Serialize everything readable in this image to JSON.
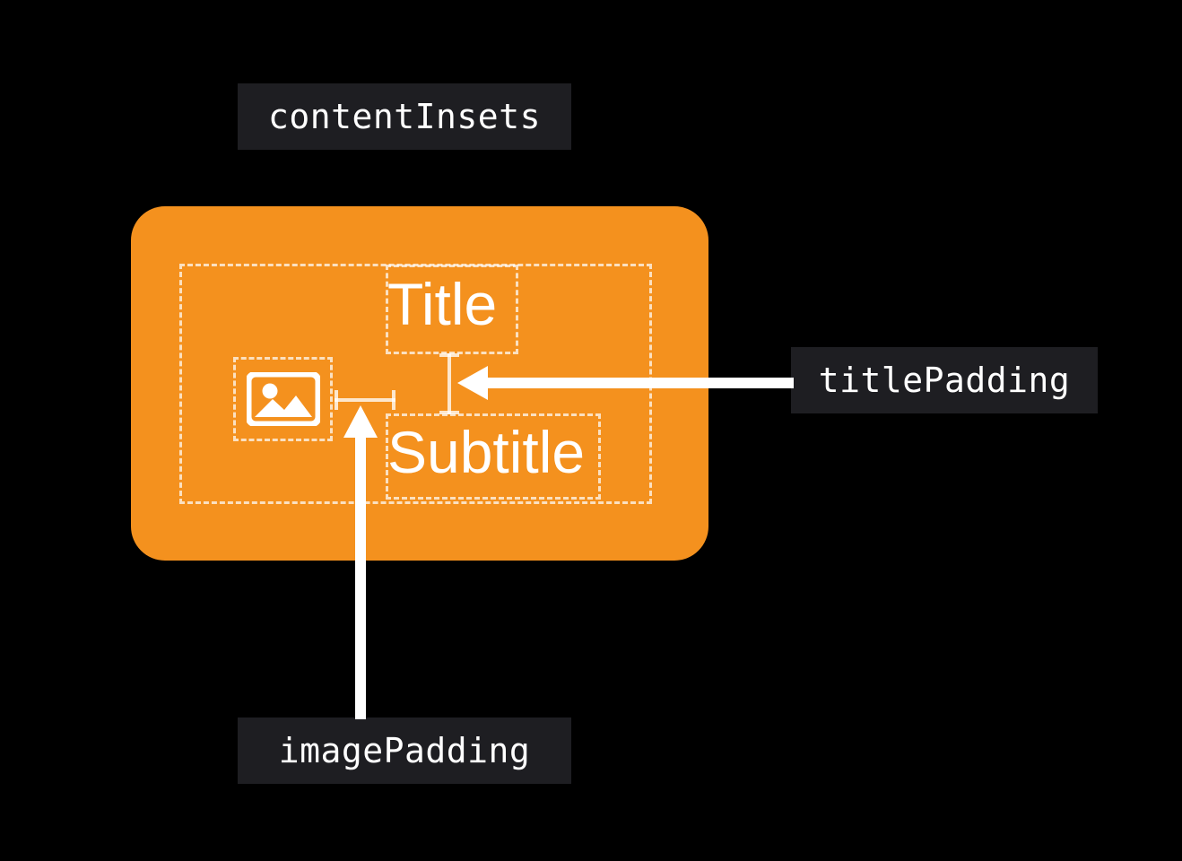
{
  "diagram": {
    "title": "Card layout anatomy",
    "background_color": "#000000",
    "card": {
      "name": "card",
      "fill_color": "#f4911e",
      "corner_radius": "38px"
    },
    "guides": {
      "content_insets_box": "contentInsets",
      "image_box": "image",
      "title_box": "title",
      "subtitle_box": "subtitle",
      "stroke_color": "rgba(255,255,255,0.72)",
      "stroke_style": "dashed"
    },
    "content": {
      "title": "Title",
      "subtitle": "Subtitle",
      "image_icon": "picture-icon"
    },
    "labels": [
      {
        "id": "contentInsets",
        "text": "contentInsets",
        "background_color": "#1e1e22",
        "text_color": "#ffffff"
      },
      {
        "id": "titlePadding",
        "text": "titlePadding",
        "background_color": "#1e1e22",
        "text_color": "#ffffff"
      },
      {
        "id": "imagePadding",
        "text": "imagePadding",
        "background_color": "#1e1e22",
        "text_color": "#ffffff"
      }
    ],
    "markers": {
      "title_padding_dimension": "vertical-i-beam",
      "image_padding_dimension": "horizontal-i-beam",
      "title_padding_arrow": "arrow-left",
      "image_padding_arrow": "arrow-up",
      "marker_color": "rgba(255,255,255,0.78)",
      "arrow_color": "#ffffff"
    }
  }
}
